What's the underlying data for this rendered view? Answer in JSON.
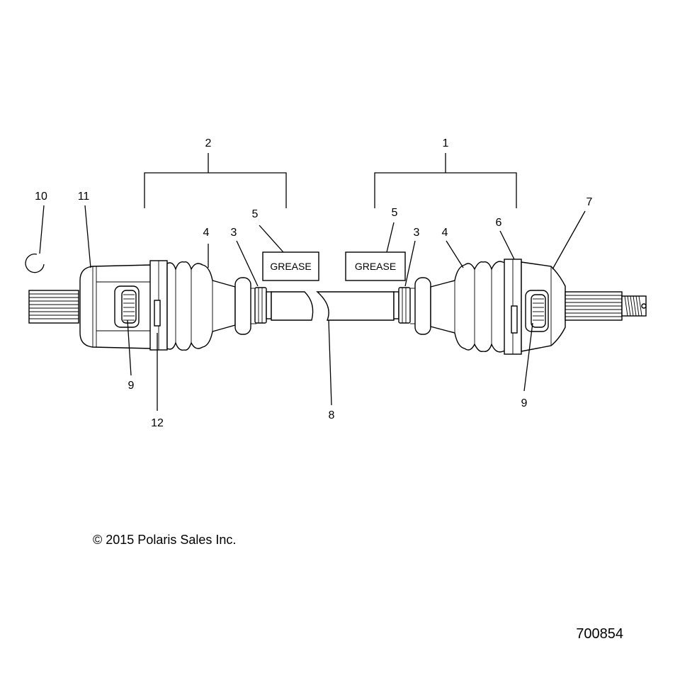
{
  "callouts": {
    "n1": "1",
    "n2": "2",
    "n3a": "3",
    "n3b": "3",
    "n4a": "4",
    "n4b": "4",
    "n5a": "5",
    "n5b": "5",
    "n6": "6",
    "n7": "7",
    "n8": "8",
    "n9a": "9",
    "n9b": "9",
    "n10": "10",
    "n11": "11",
    "n12": "12"
  },
  "grease_left": "GREASE",
  "grease_right": "GREASE",
  "copyright": "© 2015 Polaris Sales Inc.",
  "document_number": "700854"
}
